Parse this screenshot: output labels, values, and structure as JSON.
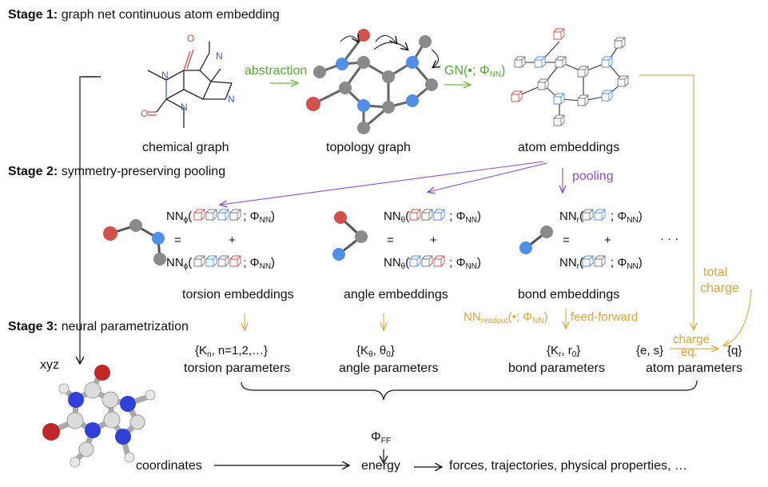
{
  "colors": {
    "carbon": "#8a8a8a",
    "nitrogen": "#4f8fe6",
    "oxygen": "#d0524a",
    "green_arrow": "#6cbf3f",
    "purple_arrow": "#8a4fd6",
    "orange_arrow": "#e8ac48",
    "black": "#111111"
  },
  "stages": {
    "stage1": {
      "bold": "Stage 1:",
      "text": " graph net continuous atom embedding"
    },
    "stage2": {
      "bold": "Stage 2:",
      "text": " symmetry-preserving pooling"
    },
    "stage3": {
      "bold": "Stage 3:",
      "text": " neural parametrization"
    }
  },
  "stage1": {
    "chemical_graph": "chemical graph",
    "topology_graph": "topology graph",
    "atom_embeddings": "atom embeddings",
    "abstraction": "abstraction",
    "gn": "GN(•; Φ",
    "gn_sub": "NN",
    "gn_end": ")",
    "mol_labels": {
      "O": "O",
      "N": "N"
    }
  },
  "stage2": {
    "pooling": "pooling",
    "nn_phi": "NN",
    "phi_sub": "ϕ",
    "nn_theta": "NN",
    "theta_sub": "θ",
    "nn_r": "NN",
    "r_sub": "r",
    "param_tail": "; Φ",
    "param_sub": "NN",
    "param_close": ")",
    "equals": "=",
    "plus": "+",
    "dots": "· · ·",
    "torsion_embeddings": "torsion embeddings",
    "angle_embeddings": "angle embeddings",
    "bond_embeddings": "bond embeddings"
  },
  "stage3": {
    "readout": "NN",
    "readout_sub": "readout",
    "readout_tail": "(•; Φ",
    "readout_tail_sub": "NN",
    "readout_close": ")",
    "feed_forward": "feed-forward",
    "total": "total",
    "charge": "charge",
    "charge_eq_1": "charge",
    "charge_eq_2": "eq.",
    "torsion_set": "{K",
    "torsion_set_sub": "n",
    "torsion_set_tail": ", n=1,2,…}",
    "angle_set": "{K",
    "angle_set_sub": "θ",
    "angle_set_mid": ", θ",
    "angle_set_sub2": "0",
    "angle_set_end": "}",
    "bond_set": "{K",
    "bond_set_sub": "r",
    "bond_set_mid": ", r",
    "bond_set_sub2": "0",
    "bond_set_end": "}",
    "es_set": "{e, s}",
    "q_set": "{q}",
    "torsion_parameters": "torsion parameters",
    "angle_parameters": "angle parameters",
    "bond_parameters": "bond parameters",
    "atom_parameters": "atom parameters",
    "phi_ff": "Φ",
    "phi_ff_sub": "FF",
    "xyz": "xyz",
    "coordinates": "coordinates",
    "energy": "energy",
    "outputs": "forces, trajectories, physical properties, …"
  }
}
